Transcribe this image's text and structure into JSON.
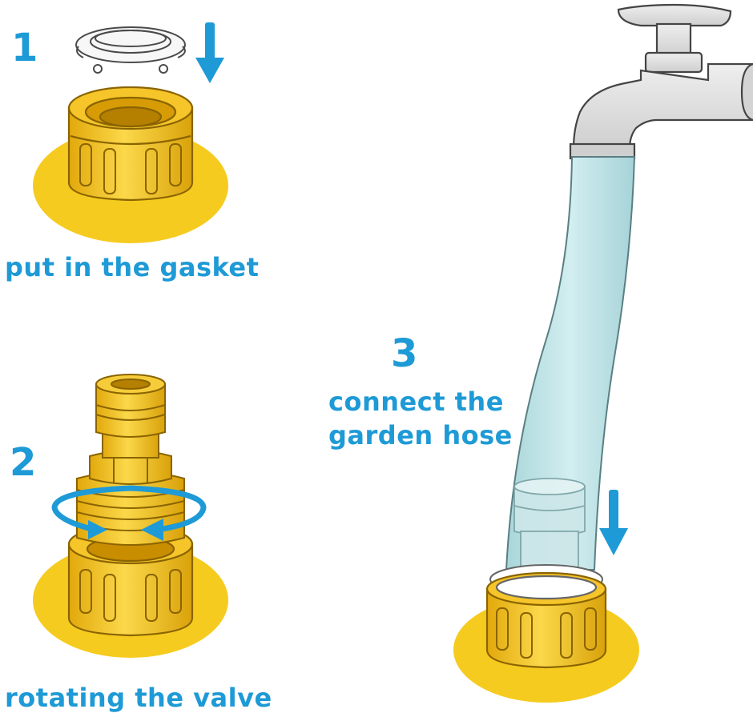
{
  "steps": [
    {
      "number": "1",
      "caption": "put in the gasket"
    },
    {
      "number": "2",
      "caption": "rotating the valve"
    },
    {
      "number": "3",
      "caption_line1": "connect the",
      "caption_line2": "garden hose"
    }
  ],
  "icons": {
    "gasket": "gasket-ring-icon",
    "arrow": "down-arrow-icon",
    "rotate": "rotation-arrow-icon",
    "tap": "water-tap-icon",
    "hose": "garden-hose-icon"
  },
  "colors": {
    "accent_blue": "#1e9ad6",
    "brass": "#f3c81f",
    "brass_dark": "#c99a0d",
    "pad_yellow": "#f6cb1f",
    "hose": "#bfe3e6",
    "tap_gray": "#dadada"
  }
}
